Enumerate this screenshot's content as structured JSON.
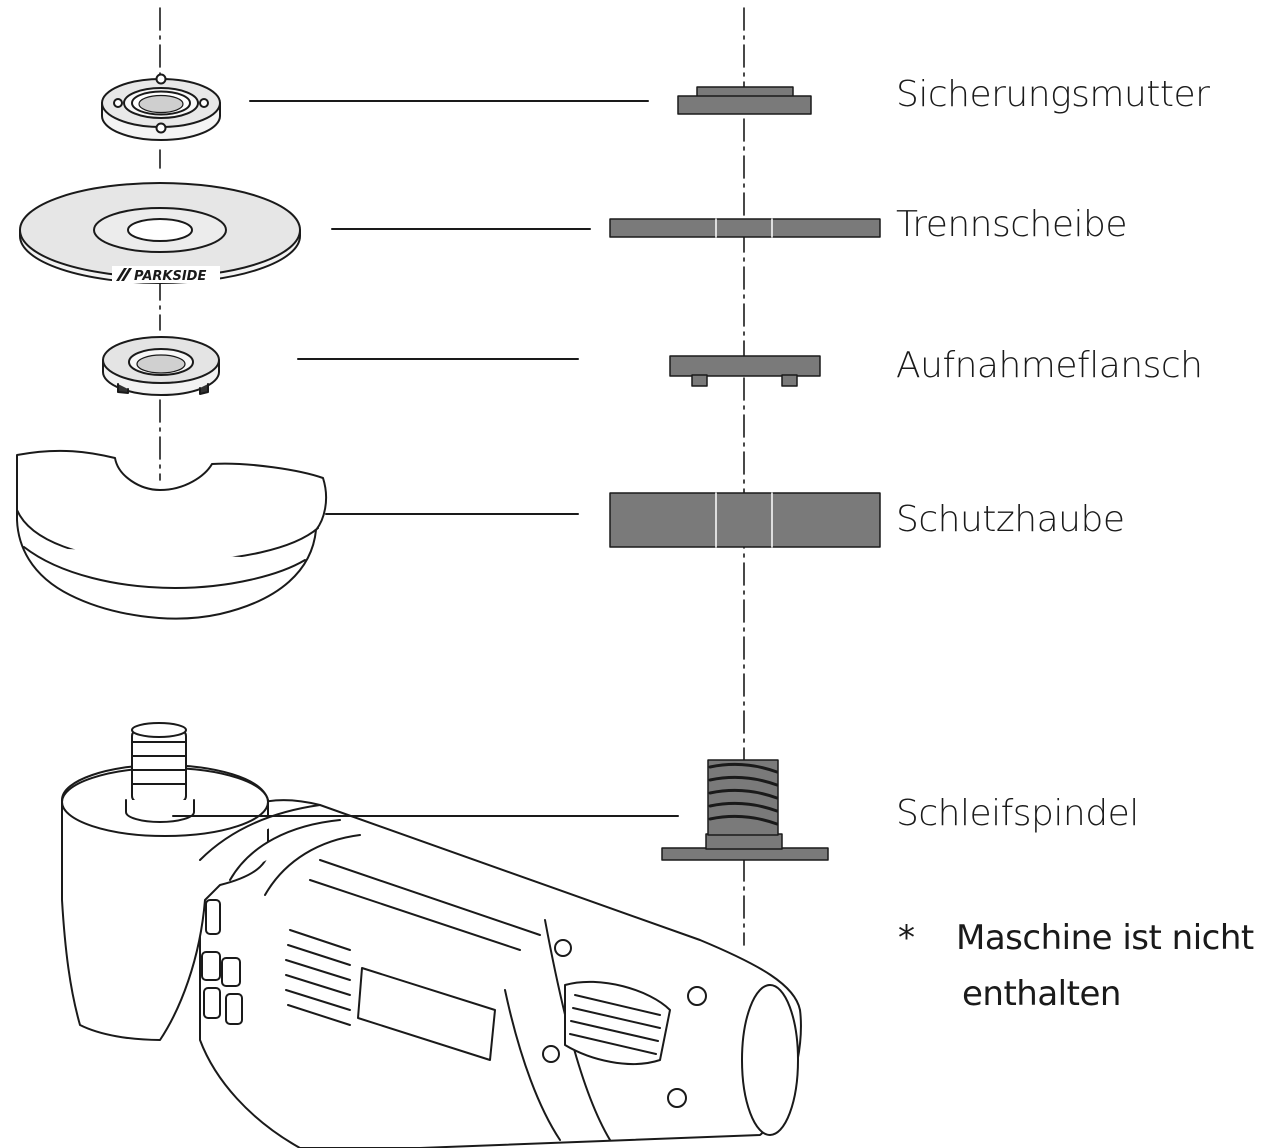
{
  "labels": {
    "lock_nut": "Sicherungsmutter",
    "cutting_disc": "Trennscheibe",
    "mounting_flange": "Aufnahmeflansch",
    "guard": "Schutzhaube",
    "spindle": "Schleifspindel"
  },
  "brand_mark": "PARKSIDE",
  "note": {
    "marker": "*",
    "line1": "Maschine ist nicht",
    "line2": "enthalten"
  },
  "colors": {
    "line": "#1a1a1a",
    "part_fill": "#7a7a7a",
    "part_light": "#e6e6e6"
  }
}
